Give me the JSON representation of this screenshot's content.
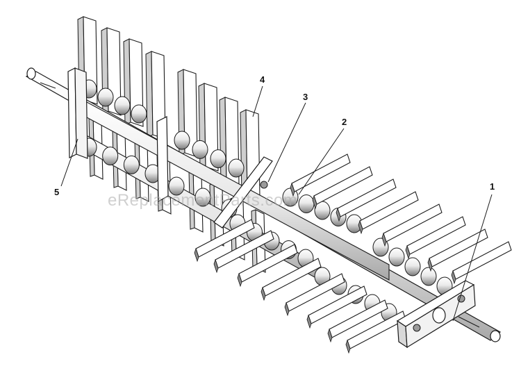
{
  "diagram": {
    "callouts": [
      {
        "id": "1",
        "label": "1"
      },
      {
        "id": "2",
        "label": "2"
      },
      {
        "id": "3",
        "label": "3"
      },
      {
        "id": "4",
        "label": "4"
      },
      {
        "id": "5",
        "label": "5"
      }
    ],
    "watermark": "eReplacementParts.com",
    "colors": {
      "line": "#1a1a1a",
      "fill": "#ffffff",
      "shade": "#cfcfcf",
      "dark": "#8a8a8a"
    }
  }
}
